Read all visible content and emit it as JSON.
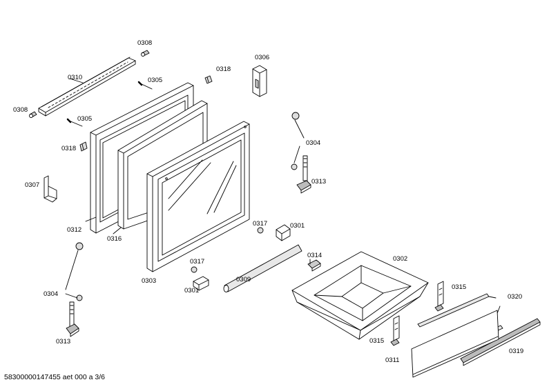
{
  "diagram": {
    "labels": [
      {
        "id": "l-0308-top",
        "text": "0308"
      },
      {
        "id": "l-0310",
        "text": "0310"
      },
      {
        "id": "l-0305-top",
        "text": "0305"
      },
      {
        "id": "l-0318-top",
        "text": "0318"
      },
      {
        "id": "l-0306",
        "text": "0306"
      },
      {
        "id": "l-0308-left",
        "text": "0308"
      },
      {
        "id": "l-0305-mid",
        "text": "0305"
      },
      {
        "id": "l-0318-left",
        "text": "0318"
      },
      {
        "id": "l-0304-right",
        "text": "0304"
      },
      {
        "id": "l-0307",
        "text": "0307"
      },
      {
        "id": "l-0313-right",
        "text": "0313"
      },
      {
        "id": "l-0312",
        "text": "0312"
      },
      {
        "id": "l-0316",
        "text": "0316"
      },
      {
        "id": "l-0317-a",
        "text": "0317"
      },
      {
        "id": "l-0301-a",
        "text": "0301"
      },
      {
        "id": "l-0314",
        "text": "0314"
      },
      {
        "id": "l-0302",
        "text": "0302"
      },
      {
        "id": "l-0317-b",
        "text": "0317"
      },
      {
        "id": "l-0303",
        "text": "0303"
      },
      {
        "id": "l-0309",
        "text": "0309"
      },
      {
        "id": "l-0301-b",
        "text": "0301"
      },
      {
        "id": "l-0315-a",
        "text": "0315"
      },
      {
        "id": "l-0320",
        "text": "0320"
      },
      {
        "id": "l-0304-left",
        "text": "0304"
      },
      {
        "id": "l-0313-left",
        "text": "0313"
      },
      {
        "id": "l-0315-b",
        "text": "0315"
      },
      {
        "id": "l-0319",
        "text": "0319"
      },
      {
        "id": "l-0311",
        "text": "0311"
      }
    ],
    "footer": "58300000147455 aet 000 a 3/6"
  }
}
